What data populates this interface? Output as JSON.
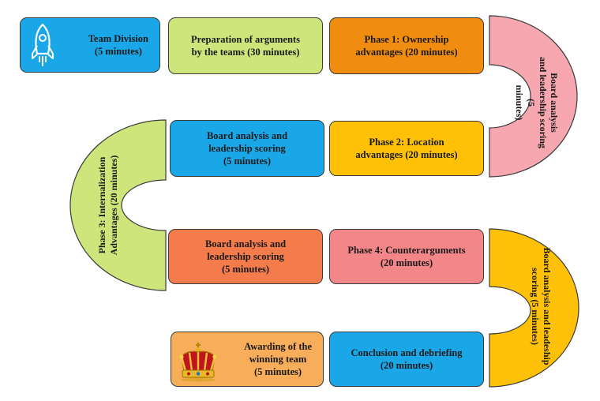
{
  "boxes": {
    "team_division": "Team Division\n(5 minutes)",
    "preparation": "Preparation of arguments\nby the teams (30 minutes)",
    "phase1": "Phase 1: Ownership\nadvantages (20 minutes)",
    "board_row2": "Board analysis and\nleadership scoring\n(5 minutes)",
    "phase2": "Phase 2: Location\nadvantages (20 minutes)",
    "board_row3": "Board analysis and\nleadership scoring\n(5 minutes)",
    "phase4": "Phase 4: Counterarguments\n(20 minutes)",
    "awarding": "Awarding of the\nwinning team\n(5 minutes)",
    "conclusion": "Conclusion and debriefing\n(20 minutes)"
  },
  "arcs": {
    "right_top": "Board analysis\nand leadership scoring\n(5\nminutes)",
    "left_middle": "Phase 3: Internalization\nAdvantages (20 minutes)",
    "right_bottom": "Board analysis and leadeship\nscoring (5 minutes)"
  },
  "icons": {
    "team_division": "rocket-icon",
    "awarding": "crown-icon"
  },
  "colors": {
    "blue": "#1aa7e8",
    "lime": "#cde57a",
    "orange": "#f08c10",
    "pink": "#f6a7b0",
    "amber": "#ffc108",
    "coral": "#f47c4c",
    "salmon": "#f28689",
    "peach": "#f7ad5a"
  }
}
